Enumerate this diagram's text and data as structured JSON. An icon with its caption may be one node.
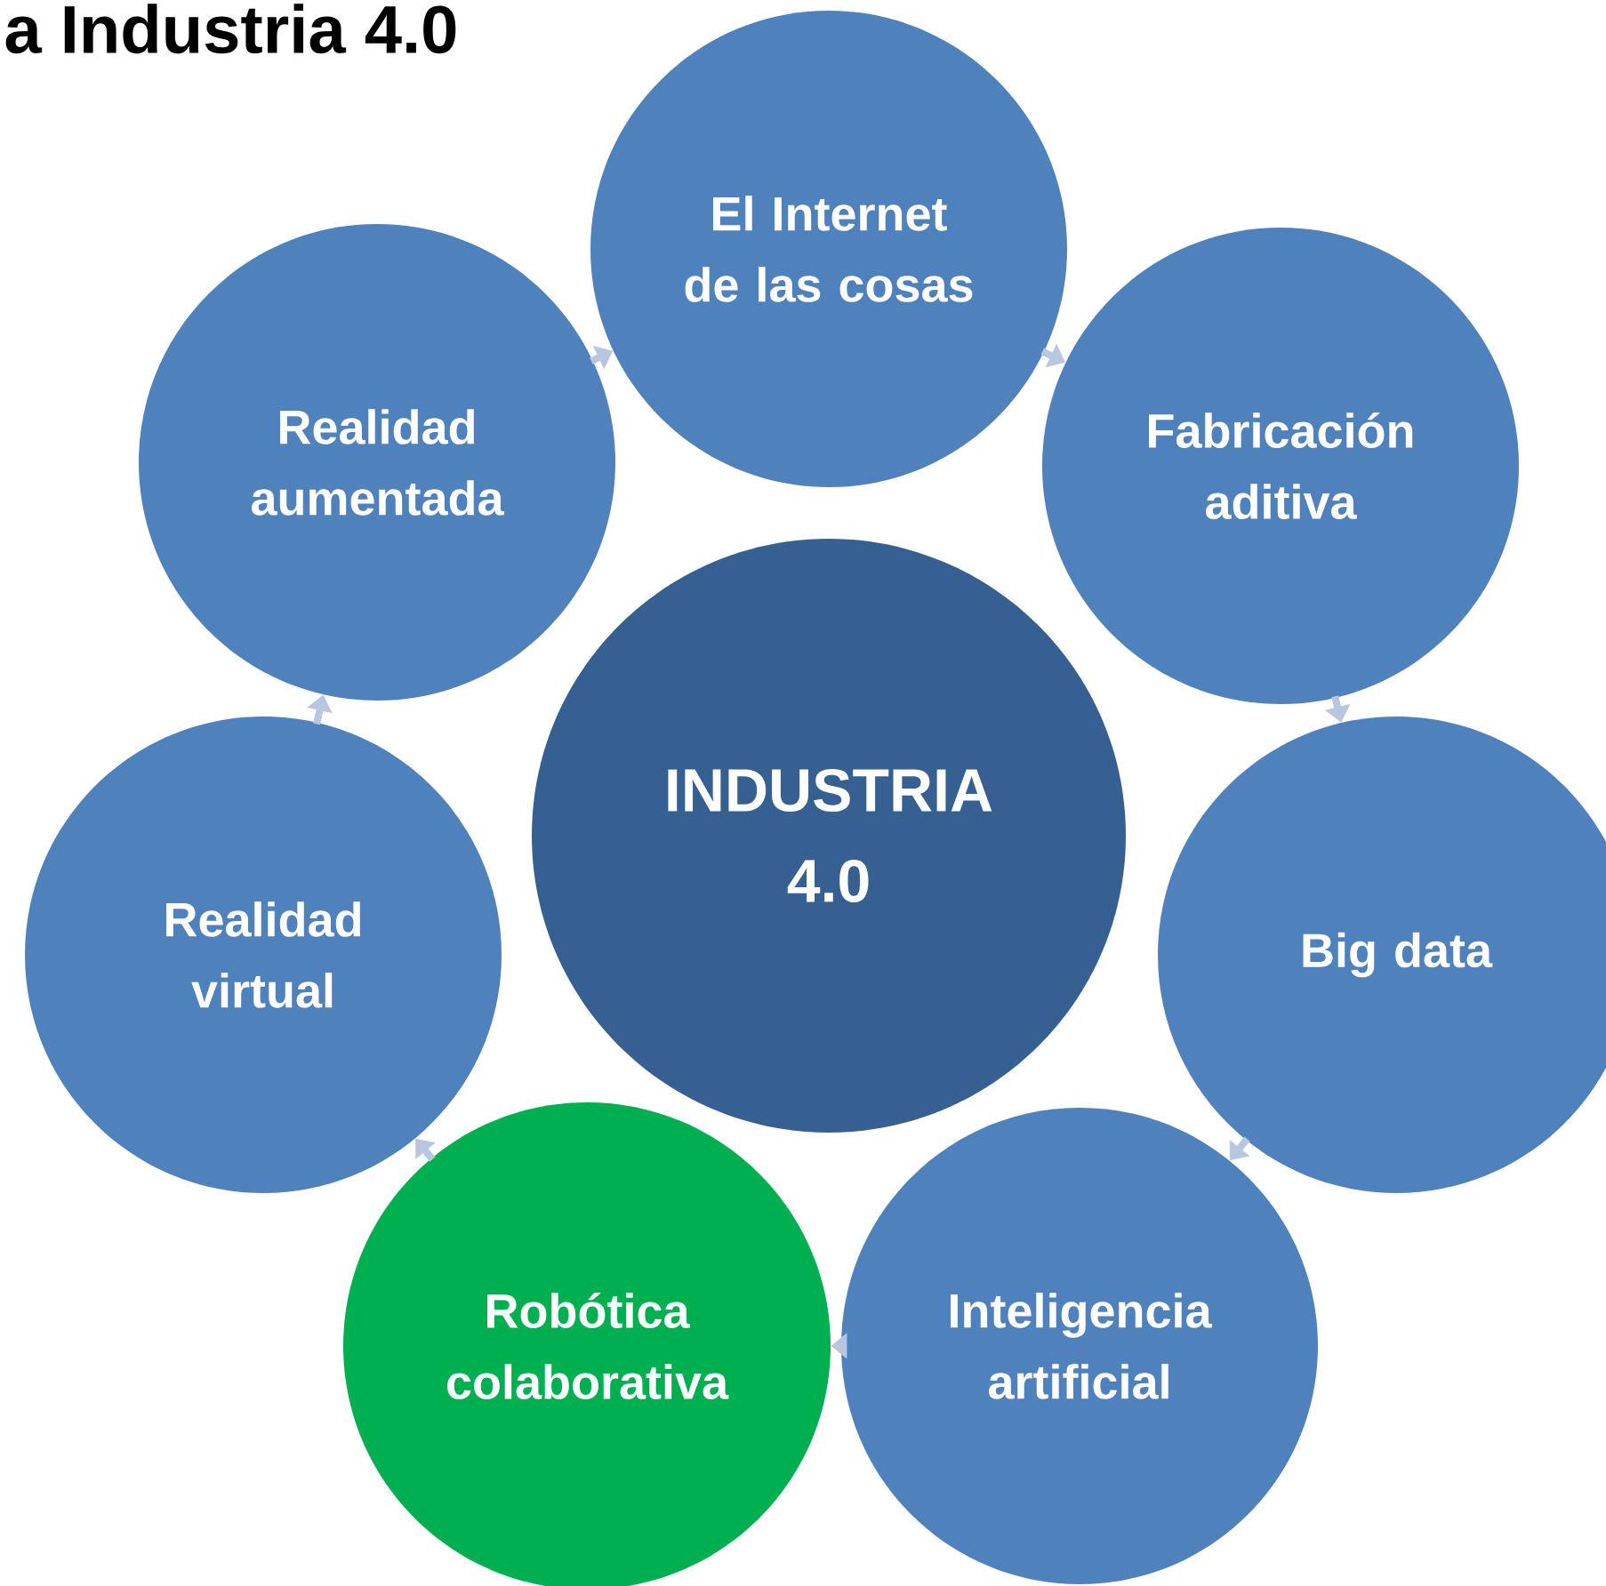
{
  "diagram": {
    "title": "a Industria 4.0",
    "nodes": [
      {
        "text": [
          "INDUSTRIA 4.0"
        ]
      },
      {
        "text": [
          "El Internet de las cosas"
        ]
      },
      {
        "text": [
          "Fabricación aditiva"
        ]
      },
      {
        "text": [
          "Big data"
        ]
      },
      {
        "text": [
          "Inteligencia artificial"
        ]
      },
      {
        "text": [
          "Robótica colaborativa"
        ]
      },
      {
        "text": [
          "Realidad virtual"
        ]
      },
      {
        "text": [
          "Realidad aumentada"
        ]
      }
    ],
    "edges": [
      {
        "from": 7,
        "to": 1,
        "arrow": "to"
      },
      {
        "from": 1,
        "to": 2,
        "arrow": "to"
      },
      {
        "from": 2,
        "to": 3,
        "arrow": "to"
      },
      {
        "from": 3,
        "to": 4,
        "arrow": "to"
      },
      {
        "from": 4,
        "to": 5,
        "arrow": "to"
      },
      {
        "from": 5,
        "to": 6,
        "arrow": "to"
      },
      {
        "from": 6,
        "to": 7,
        "arrow": "to"
      }
    ]
  }
}
